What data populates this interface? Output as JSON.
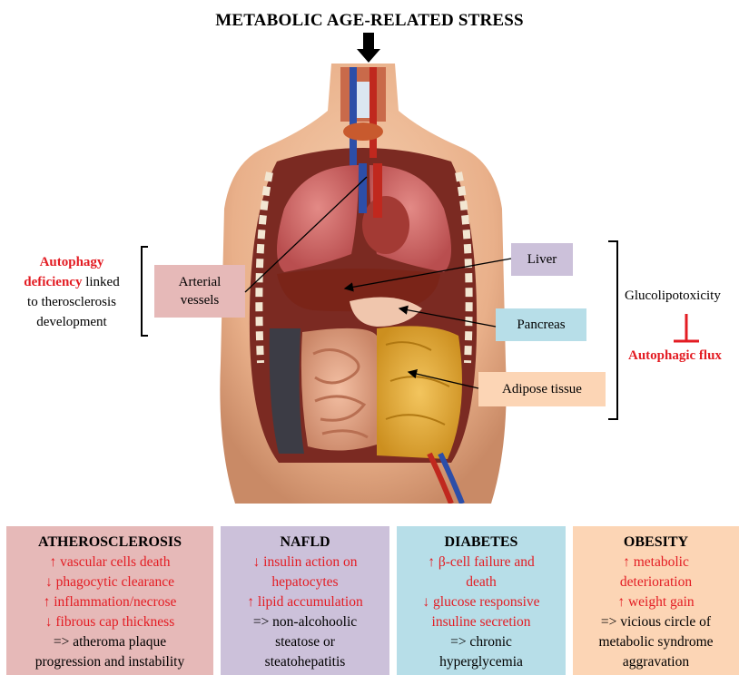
{
  "title": "METABOLIC AGE-RELATED STRESS",
  "labels": {
    "arterial": [
      "Arterial",
      "vessels"
    ],
    "liver": "Liver",
    "pancreas": "Pancreas",
    "adipose": "Adipose tissue"
  },
  "left_note": {
    "line1_red": "Autophagy",
    "line2_red": "deficiency",
    "line2_rest": " linked",
    "line3": "to therosclerosis",
    "line4": "development"
  },
  "right_note": {
    "line1": "Glucolipotoxicity",
    "line2": "Autophagic flux"
  },
  "panels": [
    {
      "title": "ATHEROSCLEROSIS",
      "lines": [
        {
          "text": "↑ vascular cells death",
          "red": true
        },
        {
          "text": "↓ phagocytic clearance",
          "red": true
        },
        {
          "text": "↑ inflammation/necrose",
          "red": true
        },
        {
          "text": "↓ fibrous cap thickness",
          "red": true
        },
        {
          "text": "=> atheroma plaque",
          "red": false
        },
        {
          "text": "progression and instability",
          "red": false
        }
      ]
    },
    {
      "title": "NAFLD",
      "lines": [
        {
          "text": "↓ insulin action on",
          "red": true
        },
        {
          "text": "hepatocytes",
          "red": true
        },
        {
          "text": "↑ lipid accumulation",
          "red": true
        },
        {
          "text": "=> non-alcohoolic",
          "red": false
        },
        {
          "text": "steatose or",
          "red": false
        },
        {
          "text": "steatohepatitis",
          "red": false
        }
      ]
    },
    {
      "title": "DIABETES",
      "lines": [
        {
          "text": "↑ β-cell failure and",
          "red": true
        },
        {
          "text": "death",
          "red": true
        },
        {
          "text": "↓ glucose responsive",
          "red": true
        },
        {
          "text": "insuline secretion",
          "red": true
        },
        {
          "text": "=> chronic",
          "red": false
        },
        {
          "text": "hyperglycemia",
          "red": false
        }
      ]
    },
    {
      "title": "OBESITY",
      "lines": [
        {
          "text": "↑ metabolic",
          "red": true
        },
        {
          "text": "deterioration",
          "red": true
        },
        {
          "text": "↑ weight gain",
          "red": true
        },
        {
          "text": "=> vicious circle of",
          "red": false
        },
        {
          "text": "metabolic syndrome",
          "red": false
        },
        {
          "text": "aggravation",
          "red": false
        }
      ]
    }
  ]
}
